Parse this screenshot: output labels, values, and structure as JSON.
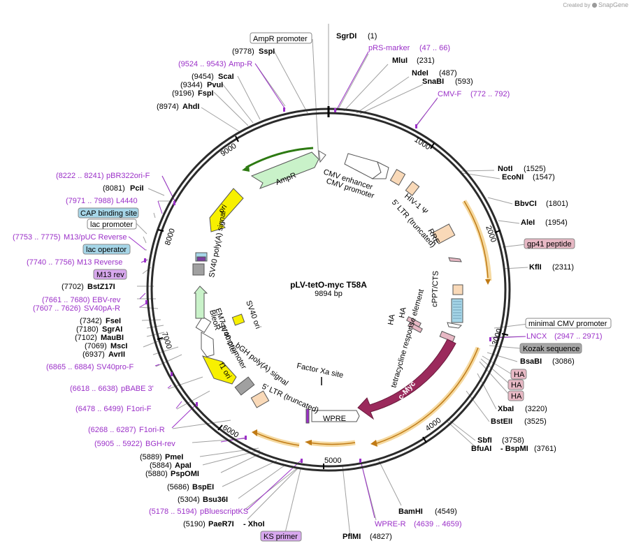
{
  "credit": {
    "prefix": "Created by",
    "brand": "SnapGene"
  },
  "plasmid": {
    "name": "pLV-tetO-myc T58A",
    "length_label": "9894 bp"
  },
  "tick_labels": [
    "1000",
    "2000",
    "3000",
    "4000",
    "5000",
    "6000",
    "7000",
    "8000",
    "9000"
  ],
  "enzymes": [
    {
      "name": "SgrDI",
      "pos": "(1)"
    },
    {
      "name": "MluI",
      "pos": "(231)"
    },
    {
      "name": "NdeI",
      "pos": "(487)"
    },
    {
      "name": "SnaBI",
      "pos": "(593)"
    },
    {
      "name": "NotI",
      "pos": "(1525)"
    },
    {
      "name": "EcoNI",
      "pos": "(1547)"
    },
    {
      "name": "BbvCI",
      "pos": "(1801)"
    },
    {
      "name": "AleI",
      "pos": "(1954)"
    },
    {
      "name": "KflI",
      "pos": "(2311)"
    },
    {
      "name": "BsaBI",
      "pos": "(3086)"
    },
    {
      "name": "XbaI",
      "pos": "(3220)"
    },
    {
      "name": "BstEII",
      "pos": "(3525)"
    },
    {
      "name": "SbfI",
      "pos": "(3758)"
    },
    {
      "name": "BfuAI",
      "pos": ""
    },
    {
      "name": "- BspMI",
      "pos": "(3761)"
    },
    {
      "name": "BamHI",
      "pos": "(4549)"
    },
    {
      "name": "PflMI",
      "pos": "(4827)"
    },
    {
      "name": "PaeR7I",
      "pos": "(5190)"
    },
    {
      "name": "- XhoI",
      "pos": ""
    },
    {
      "name": "Bsu36I",
      "pos": "(5304)"
    },
    {
      "name": "BspEI",
      "pos": "(5686)"
    },
    {
      "name": "PspOMI",
      "pos": "(5880)"
    },
    {
      "name": "ApaI",
      "pos": "(5884)"
    },
    {
      "name": "PmeI",
      "pos": "(5889)"
    },
    {
      "name": "AvrII",
      "pos": "(6937)"
    },
    {
      "name": "MscI",
      "pos": "(7069)"
    },
    {
      "name": "MauBI",
      "pos": "(7102)"
    },
    {
      "name": "SgrAI",
      "pos": "(7180)"
    },
    {
      "name": "FseI",
      "pos": "(7342)"
    },
    {
      "name": "BstZ17I",
      "pos": "(7702)"
    },
    {
      "name": "PciI",
      "pos": "(8081)"
    },
    {
      "name": "AhdI",
      "pos": "(8974)"
    },
    {
      "name": "FspI",
      "pos": "(9196)"
    },
    {
      "name": "PvuI",
      "pos": "(9344)"
    },
    {
      "name": "ScaI",
      "pos": "(9454)"
    },
    {
      "name": "SspI",
      "pos": "(9778)"
    }
  ],
  "primers": [
    {
      "name": "pRS-marker",
      "pos": "(47 .. 66)"
    },
    {
      "name": "CMV-F",
      "pos": "(772 .. 792)"
    },
    {
      "name": "LNCX",
      "pos": "(2947 .. 2971)"
    },
    {
      "name": "WPRE-R",
      "pos": "(4639 .. 4659)"
    },
    {
      "name": "pBluescriptKS",
      "pos": "(5178 .. 5194)"
    },
    {
      "name": "BGH-rev",
      "pos": "(5905 .. 5922)"
    },
    {
      "name": "F1ori-R",
      "pos": "(6268 .. 6287)"
    },
    {
      "name": "F1ori-F",
      "pos": "(6478 .. 6499)"
    },
    {
      "name": "pBABE 3'",
      "pos": "(6618 .. 6638)"
    },
    {
      "name": "SV40pro-F",
      "pos": "(6865 .. 6884)"
    },
    {
      "name": "SV40pA-R",
      "pos": "(7607 .. 7626)"
    },
    {
      "name": "EBV-rev",
      "pos": "(7661 .. 7680)"
    },
    {
      "name": "M13 Reverse",
      "pos": "(7740 .. 7756)"
    },
    {
      "name": "M13/pUC Reverse",
      "pos": "(7753 .. 7775)"
    },
    {
      "name": "L4440",
      "pos": "(7971 .. 7988)"
    },
    {
      "name": "pBR322ori-F",
      "pos": "(8222 .. 8241)"
    },
    {
      "name": "Amp-R",
      "pos": "(9524 .. 9543)"
    }
  ],
  "boxed_labels": {
    "ampr_promoter": "AmpR promoter",
    "gp41": "gp41 peptide",
    "minimal_cmv": "minimal CMV promoter",
    "kozak": "Kozak sequence",
    "ha1": "HA",
    "ha2": "HA",
    "ha3": "HA",
    "cap": "CAP binding site",
    "lac_promoter": "lac promoter",
    "lac_operator": "lac operator",
    "m13rev": "M13 rev",
    "ks_primer": "KS primer",
    "wpre": "WPRE"
  },
  "features": {
    "cmv_enhancer": "CMV enhancer",
    "cmv_promoter": "CMV promoter",
    "hiv_psi": "HIV-1 Ψ",
    "ltr5": "5' LTR (truncated)",
    "rre": "RRE",
    "cppt": "cPPT/CTS",
    "tre": "tetracycline response element",
    "ha_a": "HA",
    "ha_b": "HA",
    "cmyc": "c-Myc",
    "factor_xa": "Factor Xa site",
    "ltr5b": "5' LTR (truncated)",
    "bgh": "bGH poly(A) signal",
    "f1ori": "f1 ori",
    "sv40_promoter": "SV40 promoter",
    "em7": "EM7 promoter",
    "bleor": "BleoR",
    "sv40_ori": "SV40 ori",
    "sv40_polya": "SV40 poly(A) signal",
    "ori": "ori",
    "ampr": "AmpR"
  },
  "colors": {
    "backbone": "#2b2b2b",
    "primer": "#9b30c8",
    "orf_orange": "#f2b24a",
    "cmyc": "#9b2a5c",
    "ampr_green": "#c9f2c9",
    "ori_yellow": "#f7f000",
    "promoter_white": "#ffffff",
    "ltr_peach": "#f9d9b8",
    "misc_blue": "#a6d6e8",
    "gray": "#999999",
    "pink": "#e7b8c4",
    "violet": "#d8a8ee"
  }
}
